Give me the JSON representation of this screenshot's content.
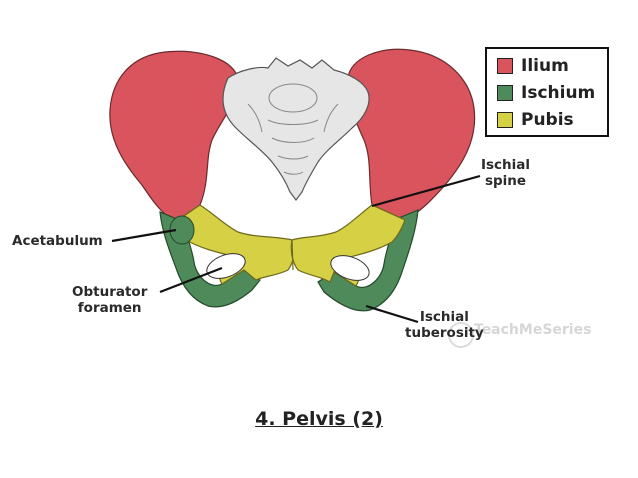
{
  "legend": {
    "items": [
      {
        "label": "Ilium",
        "color": "#d9545c"
      },
      {
        "label": "Ischium",
        "color": "#4f8a5a"
      },
      {
        "label": "Pubis",
        "color": "#d6d044"
      }
    ]
  },
  "labels": {
    "acetabulum": "Acetabulum",
    "obturator_line1": "Obturator",
    "obturator_line2": "foramen",
    "ischial_spine_line1": "Ischial",
    "ischial_spine_line2": "spine",
    "ischial_tuberosity_line1": "Ischial",
    "ischial_tuberosity_line2": "tuberosity"
  },
  "watermark": "TeachMeSeries",
  "caption": "4. Pelvis (2)",
  "colors": {
    "sacrum": "#e6e6e6",
    "outline": "#555555"
  }
}
